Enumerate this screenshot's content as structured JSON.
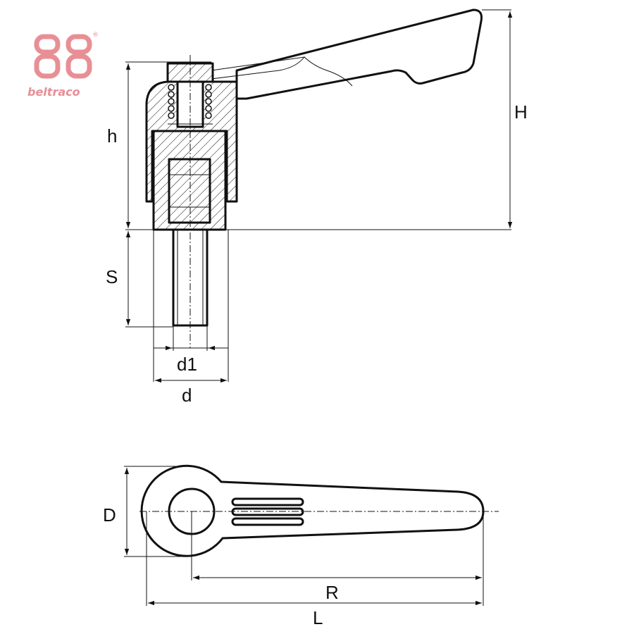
{
  "logo": {
    "text": "beltraco",
    "registered": "®",
    "color": "#e88f96"
  },
  "dimensions": {
    "H": "H",
    "h": "h",
    "S": "S",
    "d1": "d1",
    "d": "d",
    "D": "D",
    "R": "R",
    "L": "L"
  },
  "colors": {
    "line": "#111111",
    "logo": "#e88f96",
    "background": "#ffffff"
  }
}
